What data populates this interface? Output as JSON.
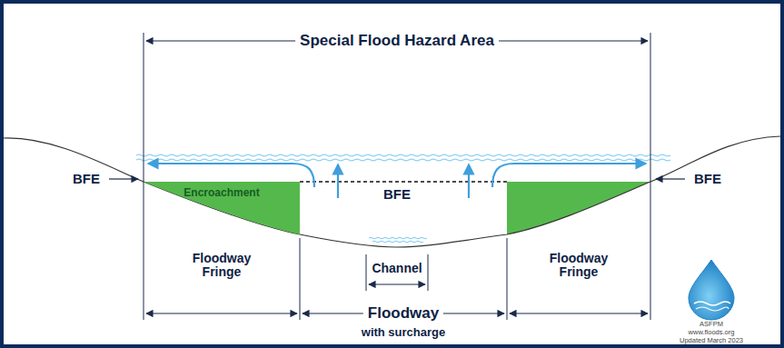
{
  "diagram": {
    "nodes": [
      {
        "text": [
          "Encroachment"
        ]
      }
    ],
    "labels": [
      "Special Flood Hazard Area",
      "BFE",
      "BFE",
      "BFE",
      "Floodway Fringe",
      "Channel",
      "Floodway Fringe",
      "Floodway",
      "with surcharge",
      "ASFPM",
      "www.floods.org",
      "Updated March 2023"
    ]
  }
}
